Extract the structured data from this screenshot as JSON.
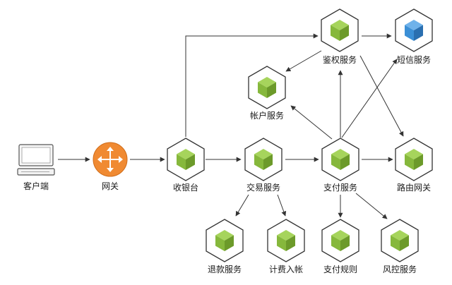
{
  "nodes": {
    "client": {
      "label": "客户端",
      "icon": "computer-icon"
    },
    "gateway": {
      "label": "网关",
      "icon": "router-icon",
      "color": "#f08a32"
    },
    "cashier": {
      "label": "收银台",
      "icon": "service-cube-icon"
    },
    "trade": {
      "label": "交易服务",
      "icon": "service-cube-icon"
    },
    "pay": {
      "label": "支付服务",
      "icon": "service-cube-icon"
    },
    "auth": {
      "label": "鉴权服务",
      "icon": "service-cube-icon"
    },
    "sms": {
      "label": "短信服务",
      "icon": "external-service-cube-icon",
      "color": "#3b8fd6"
    },
    "account": {
      "label": "帐户服务",
      "icon": "service-cube-icon"
    },
    "route": {
      "label": "路由网关",
      "icon": "service-cube-icon"
    },
    "refund": {
      "label": "退款服务",
      "icon": "service-cube-icon"
    },
    "billing": {
      "label": "计费入帐",
      "icon": "service-cube-icon"
    },
    "payrule": {
      "label": "支付规则",
      "icon": "service-cube-icon"
    },
    "risk": {
      "label": "风控服务",
      "icon": "service-cube-icon"
    }
  },
  "colors": {
    "service_green": "#86b83c",
    "hexagon_stroke": "#333333",
    "edge": "#333333"
  }
}
